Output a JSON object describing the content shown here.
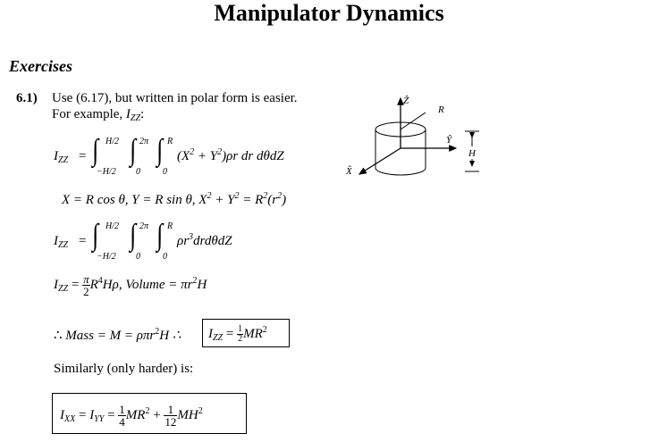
{
  "page_title": "Manipulator Dynamics",
  "section_heading": "Exercises",
  "problem": {
    "number": "6.1)",
    "intro_line1": "Use (6.17), but written in polar form is easier.",
    "intro_line2_prefix": "For example, ",
    "izz_label": "I",
    "izz_sub": "ZZ",
    "colon": ":"
  },
  "eq1": {
    "lhs": "I",
    "lhs_sub": "ZZ",
    "eq": "=",
    "lim1_top": "H/2",
    "lim1_bot": "−H/2",
    "lim2_top": "2π",
    "lim2_bot": "0",
    "lim3_top": "R",
    "lim3_bot": "0",
    "integrand_a": "(X",
    "sq1": "2",
    "integrand_b": " + Y",
    "sq2": "2",
    "integrand_c": ")ρr dr dθdZ"
  },
  "eq2": {
    "text_a": "X = R cos θ, Y = R sin θ, X",
    "sq1": "2",
    "text_b": " + Y",
    "sq2": "2",
    "text_c": " = R",
    "sq3": "2",
    "text_d": "(r",
    "sq4": "2",
    "text_e": ")"
  },
  "eq3": {
    "lhs": "I",
    "lhs_sub": "ZZ",
    "eq": "=",
    "lim1_top": "H/2",
    "lim1_bot": "−H/2",
    "lim2_top": "2π",
    "lim2_bot": "0",
    "lim3_top": "R",
    "lim3_bot": "0",
    "integrand_a": "ρr",
    "cube": "3",
    "integrand_b": "drdθdZ"
  },
  "eq4": {
    "lhs": "I",
    "lhs_sub": "ZZ",
    "eq": "=",
    "frac_num": "π",
    "frac_den": "2",
    "rhs_a": "R",
    "pow4": "4",
    "rhs_b": "Hρ,  Volume = πr",
    "sq": "2",
    "rhs_c": "H"
  },
  "eq5": {
    "therefore": "∴",
    "text_a": " Mass = M = ρπr",
    "sq": "2",
    "text_b": "H ∴",
    "boxed_lhs": "I",
    "boxed_sub": "ZZ",
    "boxed_eq": " = ",
    "frac_num": "1",
    "frac_den": "2",
    "boxed_rhs": "MR",
    "boxed_sq": "2"
  },
  "similarly": "Similarly (only harder) is:",
  "eq6": {
    "lhs1": "I",
    "lhs1_sub": "XX",
    "mid": " = ",
    "lhs2": "I",
    "lhs2_sub": "YY",
    "eq": " = ",
    "f1_num": "1",
    "f1_den": "4",
    "t1": "MR",
    "sq1": "2",
    "plus": " + ",
    "f2_num": "1",
    "f2_den": "12",
    "t2": "MH",
    "sq2": "2"
  },
  "figure": {
    "z_axis": "Ẑ",
    "x_axis": "X̂",
    "y_axis": "Ŷ",
    "radius_label": "R",
    "height_label": "H"
  }
}
